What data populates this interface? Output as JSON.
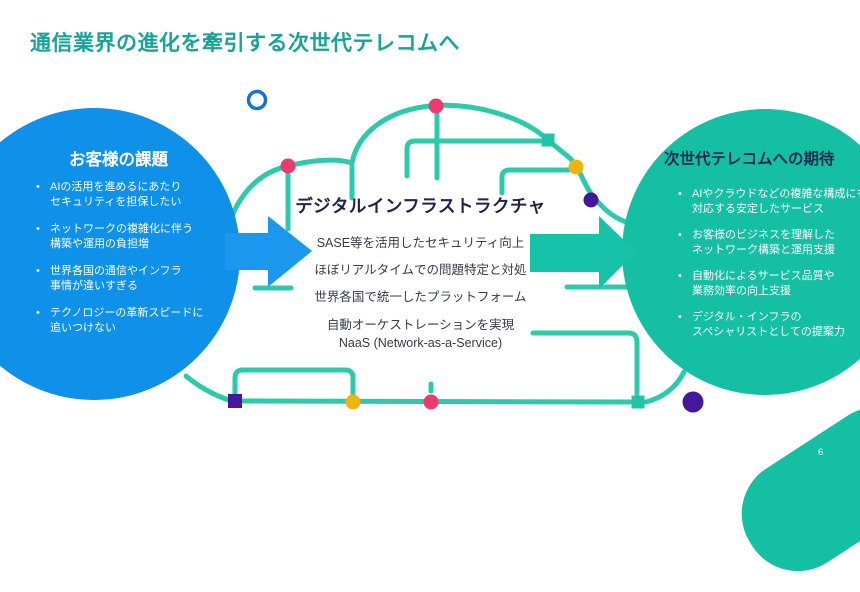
{
  "slide": {
    "title": "通信業界の進化を牽引する次世代テレコムへ",
    "page_number": "6"
  },
  "left_circle": {
    "heading": "お客様の課題",
    "bullets": [
      "AIの活用を進めるにあたり\nセキュリティを担保したい",
      "ネットワークの複雑化に伴う\n構築や運用の負担増",
      "世界各国の通信やインフラ\n事情が違いすぎる",
      "テクノロジーの革新スピードに\n追いつけない"
    ]
  },
  "center": {
    "heading": "デジタルインフラストラクチャ",
    "lines": [
      "SASE等を活用したセキュリティ向上",
      "ほぼリアルタイムでの問題特定と対処",
      "世界各国で統一したプラットフォーム"
    ],
    "last_line": "自動オーケストレーションを実現\nNaaS (Network-as-a-Service)"
  },
  "right_circle": {
    "heading": "次世代テレコムへの期待",
    "bullets": [
      "AIやクラウドなどの複雑な構成にも\n対応する安定したサービス",
      "お客様のビジネスを理解した\nネットワーク構築と運用支援",
      "自動化によるサービス品質や\n業務効率の向上支援",
      "デジタル・インフラの\nスペシャリストとしての提案力"
    ]
  },
  "colors": {
    "title_teal": "#17a496",
    "blue_circle": "#0f90e9",
    "blue_arrow": "#1b98ee",
    "teal_circle": "#15bfa4",
    "teal_arrow": "#16c3a9",
    "cloud_stroke": "#2bcaa9",
    "node_pink": "#ea3a6e",
    "node_yellow": "#f0b40e",
    "node_purple": "#45189b",
    "ring_blue": "#1272d6",
    "heading_navy": "#1e2b4e"
  }
}
